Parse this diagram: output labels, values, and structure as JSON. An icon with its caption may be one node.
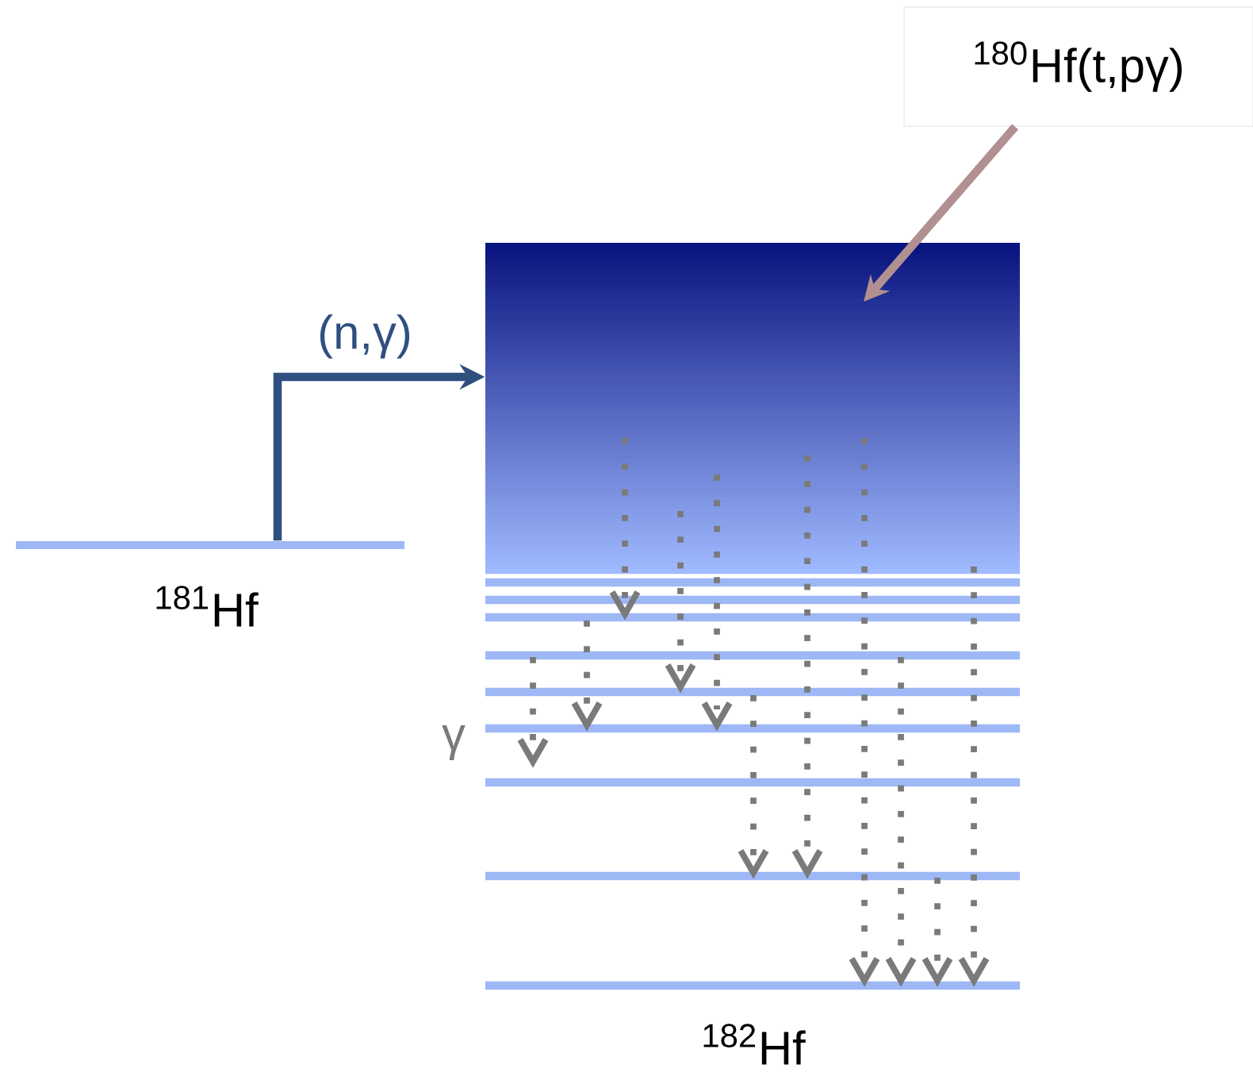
{
  "diagram": {
    "nodes": [
      {
        "text": [
          "$^{180}$Hf(t,pγ)"
        ]
      },
      {
        "text": [],
        "shape": "box"
      },
      {
        "text": [],
        "shape": "bar",
        "beside": [
          "$^{181}$Hf"
        ]
      }
    ],
    "edges": [
      {
        "from": 0,
        "to": 1,
        "arrow": "to",
        "color": "#b09090"
      },
      {
        "from": 2,
        "to": 1,
        "arrow": "to",
        "label": "(n,γ)",
        "color": "#2f4f7f"
      }
    ],
    "labels": [
      "γ",
      "$^{182}$Hf"
    ]
  }
}
